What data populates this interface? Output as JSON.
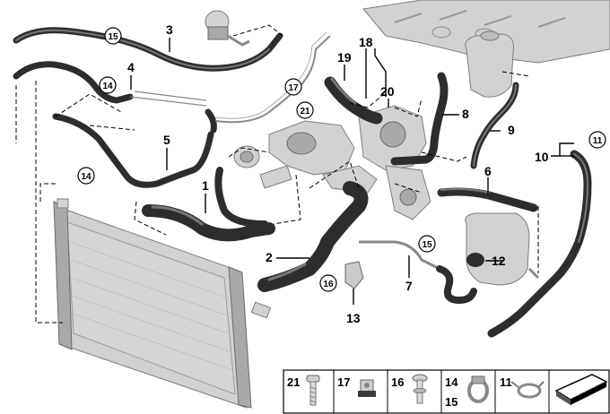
{
  "callouts": {
    "p1": "1",
    "p2": "2",
    "p3": "3",
    "p4": "4",
    "p5": "5",
    "p6": "6",
    "p7": "7",
    "p8": "8",
    "p9": "9",
    "p10": "10",
    "p12": "12",
    "p13": "13",
    "p18": "18",
    "p19": "19",
    "p20": "20"
  },
  "circled": {
    "c15a": "15",
    "c14a": "14",
    "c14b": "14",
    "c17": "17",
    "c21": "21",
    "c11": "11",
    "c15b": "15",
    "c16": "16"
  },
  "legend": {
    "items": [
      {
        "label": "21",
        "icon": "bolt-icon"
      },
      {
        "label": "17",
        "icon": "clip-icon"
      },
      {
        "label": "16",
        "icon": "bolt-washer-icon"
      },
      {
        "label": "14",
        "label2": "15",
        "icon": "hose-clamp-icon"
      },
      {
        "label": "11",
        "icon": "spring-clip-icon"
      }
    ],
    "last_icon": "gasket-icon"
  }
}
